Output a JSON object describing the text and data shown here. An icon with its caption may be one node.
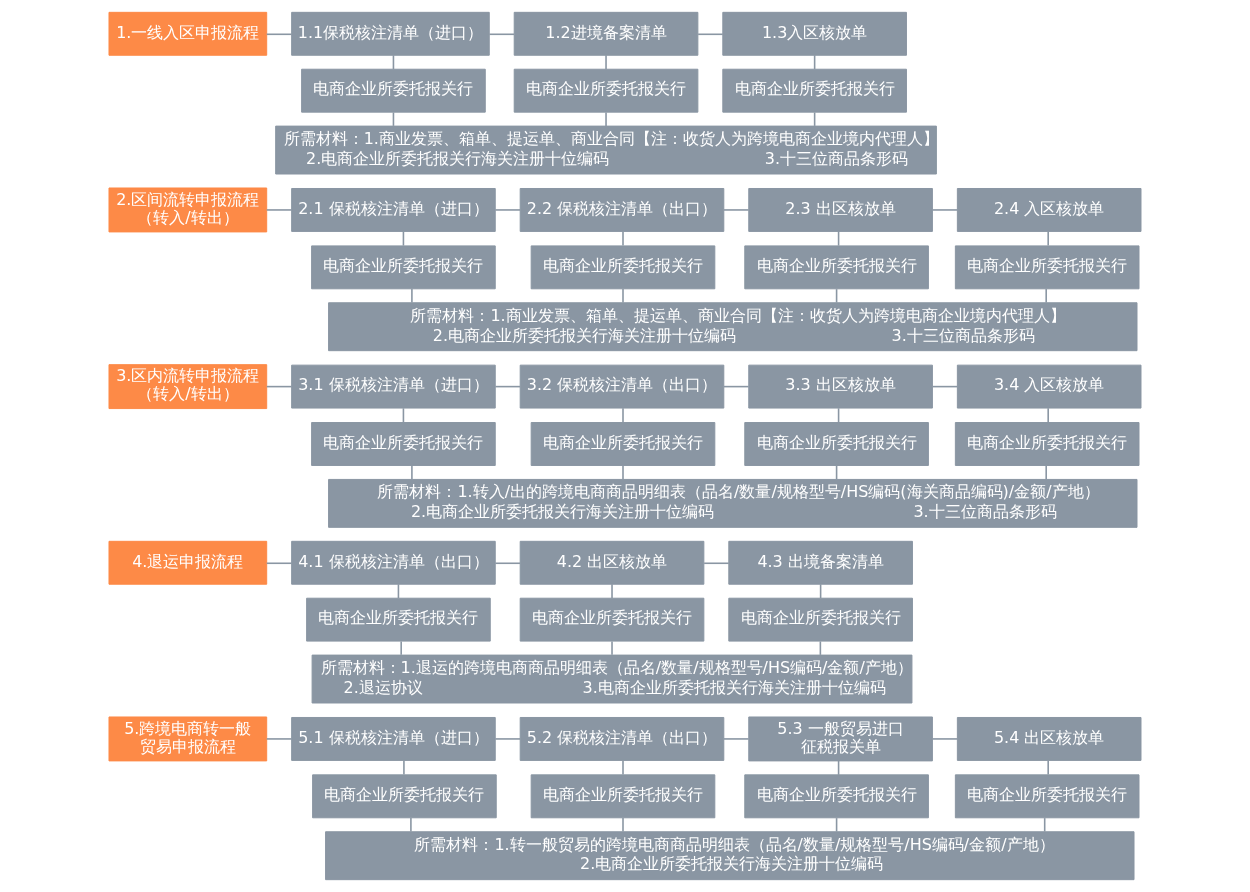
{
  "diagram": {
    "nodes": [
      {
        "text": [
          "1.一线入区申报流程"
        ]
      },
      {
        "text": [
          "1.1保税核注清单（进口）"
        ]
      },
      {
        "text": [
          "1.2进境备案清单"
        ]
      },
      {
        "text": [
          "1.3入区核放单"
        ]
      },
      {
        "text": [
          "电商企业所委托报关行"
        ]
      },
      {
        "text": [
          "电商企业所委托报关行"
        ]
      },
      {
        "text": [
          "电商企业所委托报关行"
        ]
      },
      {
        "text": [
          "所需材料：1.商业发票、箱单、提运单、商业合同【注：收货人为跨境电商企业境内代理人】",
          "2.电商企业所委托报关行海关注册十位编码",
          "3.十三位商品条形码"
        ]
      },
      {
        "text": [
          "2.区间流转申报流程（转入/转出）"
        ]
      },
      {
        "text": [
          "2.1 保税核注清单（进口）"
        ]
      },
      {
        "text": [
          "2.2 保税核注清单（出口）"
        ]
      },
      {
        "text": [
          "2.3 出区核放单"
        ]
      },
      {
        "text": [
          "2.4 入区核放单"
        ]
      },
      {
        "text": [
          "电商企业所委托报关行"
        ]
      },
      {
        "text": [
          "电商企业所委托报关行"
        ]
      },
      {
        "text": [
          "电商企业所委托报关行"
        ]
      },
      {
        "text": [
          "电商企业所委托报关行"
        ]
      },
      {
        "text": [
          "所需材料：1.商业发票、箱单、提运单、商业合同【注：收货人为跨境电商企业境内代理人】",
          "2.电商企业所委托报关行海关注册十位编码",
          "3.十三位商品条形码"
        ]
      },
      {
        "text": [
          "3.区内流转申报流程（转入/转出）"
        ]
      },
      {
        "text": [
          "3.1 保税核注清单（进口）"
        ]
      },
      {
        "text": [
          "3.2 保税核注清单（出口）"
        ]
      },
      {
        "text": [
          "3.3 出区核放单"
        ]
      },
      {
        "text": [
          "3.4 入区核放单"
        ]
      },
      {
        "text": [
          "电商企业所委托报关行"
        ]
      },
      {
        "text": [
          "电商企业所委托报关行"
        ]
      },
      {
        "text": [
          "电商企业所委托报关行"
        ]
      },
      {
        "text": [
          "电商企业所委托报关行"
        ]
      },
      {
        "text": [
          "所需材料：1.转入/出的跨境电商商品明细表（品名/数量/规格型号/HS编码(海关商品编码)/金额/产地）",
          "2.电商企业所委托报关行海关注册十位编码",
          "3.十三位商品条形码"
        ]
      },
      {
        "text": [
          "4.退运申报流程"
        ]
      },
      {
        "text": [
          "4.1 保税核注清单（出口）"
        ]
      },
      {
        "text": [
          "4.2 出区核放单"
        ]
      },
      {
        "text": [
          "4.3 出境备案清单"
        ]
      },
      {
        "text": [
          "电商企业所委托报关行"
        ]
      },
      {
        "text": [
          "电商企业所委托报关行"
        ]
      },
      {
        "text": [
          "电商企业所委托报关行"
        ]
      },
      {
        "text": [
          "所需材料：1.退运的跨境电商商品明细表（品名/数量/规格型号/HS编码/金额/产地）",
          "2.退运协议",
          "3.电商企业所委托报关行海关注册十位编码"
        ]
      },
      {
        "text": [
          "5.跨境电商转一般贸易申报流程"
        ]
      },
      {
        "text": [
          "5.1 保税核注清单（进口）"
        ]
      },
      {
        "text": [
          "5.2 保税核注清单（出口）"
        ]
      },
      {
        "text": [
          "5.3 一般贸易进口征税报关单"
        ]
      },
      {
        "text": [
          "5.4 出区核放单"
        ]
      },
      {
        "text": [
          "电商企业所委托报关行"
        ]
      },
      {
        "text": [
          "电商企业所委托报关行"
        ]
      },
      {
        "text": [
          "电商企业所委托报关行"
        ]
      },
      {
        "text": [
          "电商企业所委托报关行"
        ]
      },
      {
        "text": [
          "所需材料：1.转一般贸易的跨境电商商品明细表（品名/数量/规格型号/HS编码/金额/产地）",
          "2.电商企业所委托报关行海关注册十位编码"
        ]
      }
    ],
    "edges": [
      {
        "from": 0,
        "to": 1,
        "arrow": "none"
      },
      {
        "from": 1,
        "to": 2,
        "arrow": "none"
      },
      {
        "from": 2,
        "to": 3,
        "arrow": "none"
      },
      {
        "from": 1,
        "to": 4,
        "arrow": "none"
      },
      {
        "from": 2,
        "to": 5,
        "arrow": "none"
      },
      {
        "from": 3,
        "to": 6,
        "arrow": "none"
      },
      {
        "from": 4,
        "to": 7,
        "arrow": "none"
      },
      {
        "from": 5,
        "to": 7,
        "arrow": "none"
      },
      {
        "from": 6,
        "to": 7,
        "arrow": "none"
      },
      {
        "from": 8,
        "to": 9,
        "arrow": "none"
      },
      {
        "from": 9,
        "to": 10,
        "arrow": "none"
      },
      {
        "from": 10,
        "to": 11,
        "arrow": "none"
      },
      {
        "from": 11,
        "to": 12,
        "arrow": "none"
      },
      {
        "from": 9,
        "to": 13,
        "arrow": "none"
      },
      {
        "from": 10,
        "to": 14,
        "arrow": "none"
      },
      {
        "from": 11,
        "to": 15,
        "arrow": "none"
      },
      {
        "from": 12,
        "to": 16,
        "arrow": "none"
      },
      {
        "from": 13,
        "to": 17,
        "arrow": "none"
      },
      {
        "from": 14,
        "to": 17,
        "arrow": "none"
      },
      {
        "from": 15,
        "to": 17,
        "arrow": "none"
      },
      {
        "from": 16,
        "to": 17,
        "arrow": "none"
      },
      {
        "from": 18,
        "to": 19,
        "arrow": "none"
      },
      {
        "from": 19,
        "to": 20,
        "arrow": "none"
      },
      {
        "from": 20,
        "to": 21,
        "arrow": "none"
      },
      {
        "from": 21,
        "to": 22,
        "arrow": "none"
      },
      {
        "from": 19,
        "to": 23,
        "arrow": "none"
      },
      {
        "from": 20,
        "to": 24,
        "arrow": "none"
      },
      {
        "from": 21,
        "to": 25,
        "arrow": "none"
      },
      {
        "from": 22,
        "to": 26,
        "arrow": "none"
      },
      {
        "from": 23,
        "to": 27,
        "arrow": "none"
      },
      {
        "from": 24,
        "to": 27,
        "arrow": "none"
      },
      {
        "from": 25,
        "to": 27,
        "arrow": "none"
      },
      {
        "from": 26,
        "to": 27,
        "arrow": "none"
      },
      {
        "from": 28,
        "to": 29,
        "arrow": "none"
      },
      {
        "from": 29,
        "to": 30,
        "arrow": "none"
      },
      {
        "from": 30,
        "to": 31,
        "arrow": "none"
      },
      {
        "from": 29,
        "to": 32,
        "arrow": "none"
      },
      {
        "from": 30,
        "to": 33,
        "arrow": "none"
      },
      {
        "from": 31,
        "to": 34,
        "arrow": "none"
      },
      {
        "from": 32,
        "to": 35,
        "arrow": "none"
      },
      {
        "from": 33,
        "to": 35,
        "arrow": "none"
      },
      {
        "from": 34,
        "to": 35,
        "arrow": "none"
      },
      {
        "from": 36,
        "to": 37,
        "arrow": "none"
      },
      {
        "from": 37,
        "to": 38,
        "arrow": "none"
      },
      {
        "from": 38,
        "to": 39,
        "arrow": "none"
      },
      {
        "from": 39,
        "to": 40,
        "arrow": "none"
      },
      {
        "from": 37,
        "to": 41,
        "arrow": "none"
      },
      {
        "from": 38,
        "to": 42,
        "arrow": "none"
      },
      {
        "from": 39,
        "to": 43,
        "arrow": "none"
      },
      {
        "from": 40,
        "to": 44,
        "arrow": "none"
      },
      {
        "from": 41,
        "to": 45,
        "arrow": "none"
      },
      {
        "from": 42,
        "to": 45,
        "arrow": "none"
      },
      {
        "from": 43,
        "to": 45,
        "arrow": "none"
      },
      {
        "from": 44,
        "to": 45,
        "arrow": "none"
      }
    ]
  }
}
